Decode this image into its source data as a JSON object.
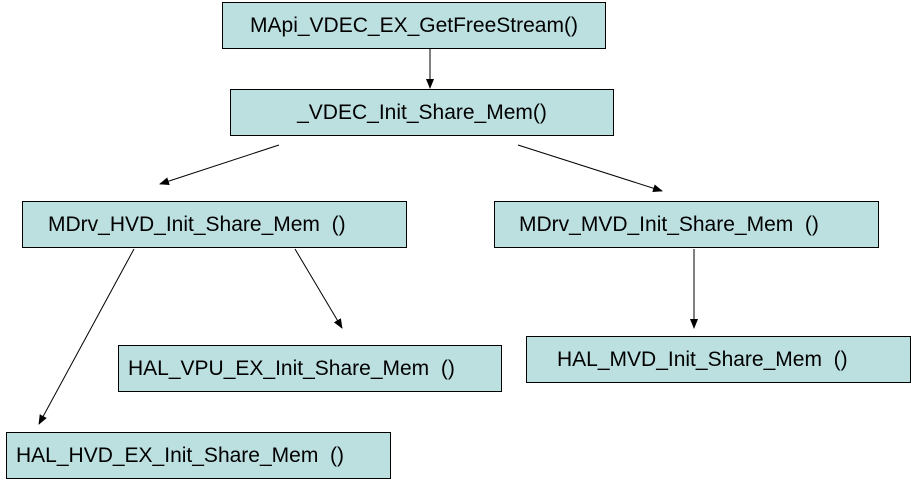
{
  "colors": {
    "node_fill": "#bcdfe0",
    "node_border": "#000000",
    "edge": "#000000"
  },
  "nodes": {
    "get_free_stream": "MApi_VDEC_EX_GetFreeStream()",
    "vdec_init_share_mem": "_VDEC_Init_Share_Mem()",
    "mdrv_hvd_init_share_mem": "MDrv_HVD_Init_Share_Mem  ()",
    "mdrv_mvd_init_share_mem": "MDrv_MVD_Init_Share_Mem  ()",
    "hal_vpu_ex_init_share_mem": "HAL_VPU_EX_Init_Share_Mem  ()",
    "hal_mvd_init_share_mem": "HAL_MVD_Init_Share_Mem  ()",
    "hal_hvd_ex_init_share_mem": "HAL_HVD_EX_Init_Share_Mem  ()"
  }
}
